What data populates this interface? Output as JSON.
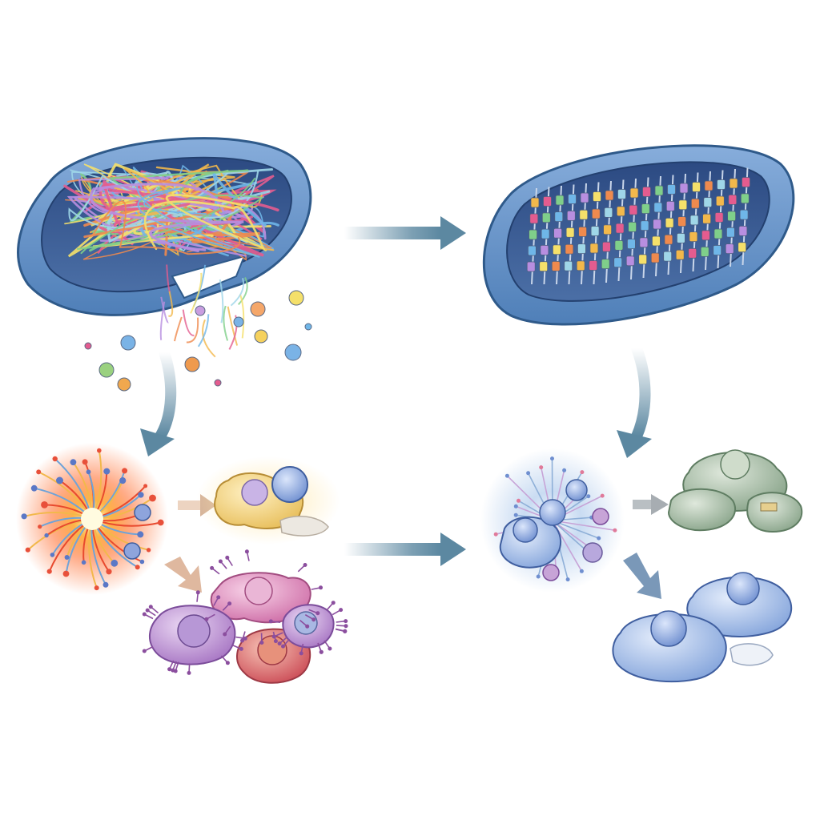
{
  "diagram": {
    "palette": {
      "membrane_fill": "#5b8cc4",
      "membrane_dark": "#2f5a8a",
      "membrane_inner": "#2f4f86",
      "arrow": "#5c88a1",
      "flare_left": "#ff6a2a",
      "glow_right": "#bcd3ef",
      "cell_yellow": "#f2d27e",
      "cell_pink": "#e6a1c9",
      "cell_purple": "#c9a3db",
      "cell_red": "#e07a6d",
      "cell_green": "#a9c0a8",
      "cell_blue": "#a9c2ec"
    },
    "icons": [
      "mitochondrion-damaged",
      "mitochondrion-organized",
      "inflammation-burst",
      "cell-cluster",
      "flow-arrow"
    ]
  }
}
